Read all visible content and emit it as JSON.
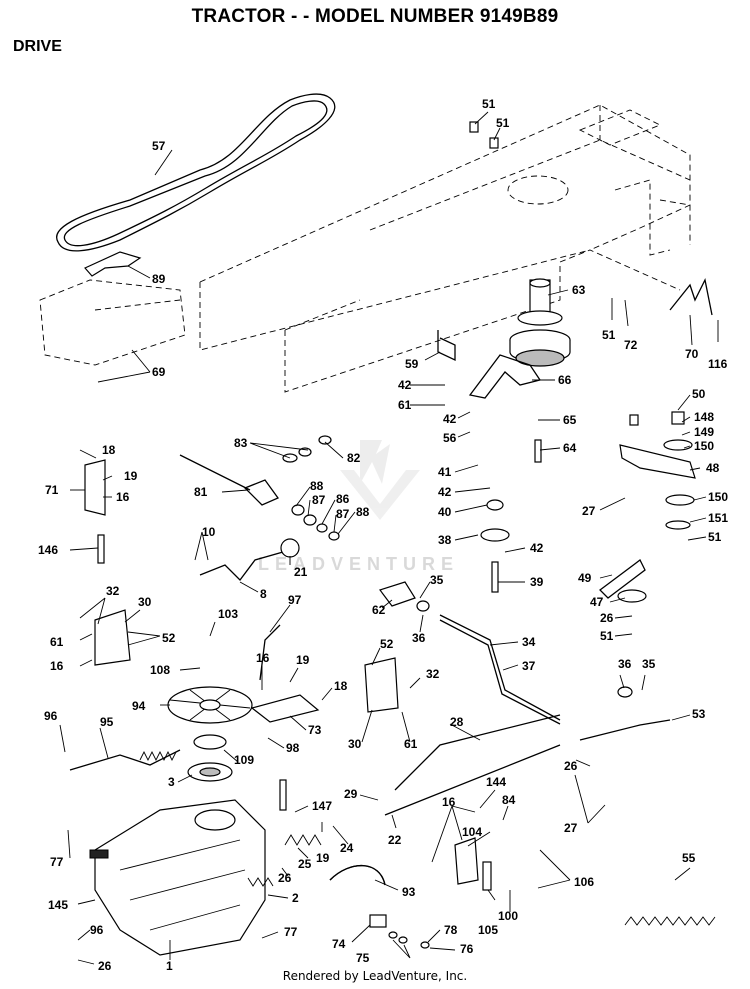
{
  "header": {
    "title": "TRACTOR - - MODEL NUMBER 9149B89",
    "section": "DRIVE"
  },
  "watermark": "LEADVENTURE",
  "footer": "Rendered by LeadVenture, Inc.",
  "callouts": [
    "57",
    "89",
    "69",
    "51",
    "51",
    "63",
    "51",
    "72",
    "70",
    "116",
    "59",
    "42",
    "61",
    "66",
    "42",
    "56",
    "65",
    "64",
    "50",
    "148",
    "149",
    "150",
    "48",
    "18",
    "19",
    "71",
    "16",
    "146",
    "83",
    "82",
    "81",
    "88",
    "87",
    "86",
    "87",
    "88",
    "41",
    "42",
    "40",
    "38",
    "42",
    "39",
    "27",
    "150",
    "151",
    "51",
    "10",
    "21",
    "8",
    "35",
    "62",
    "36",
    "34",
    "37",
    "49",
    "47",
    "26",
    "51",
    "32",
    "30",
    "61",
    "52",
    "16",
    "103",
    "97",
    "108",
    "16",
    "19",
    "18",
    "94",
    "73",
    "98",
    "109",
    "3",
    "52",
    "32",
    "30",
    "61",
    "36",
    "35",
    "28",
    "53",
    "26",
    "96",
    "95",
    "29",
    "144",
    "84",
    "16",
    "104",
    "106",
    "27",
    "77",
    "147",
    "19",
    "24",
    "25",
    "26",
    "22",
    "2",
    "93",
    "145",
    "96",
    "26",
    "1",
    "77",
    "74",
    "75",
    "78",
    "76",
    "105",
    "100",
    "55"
  ]
}
